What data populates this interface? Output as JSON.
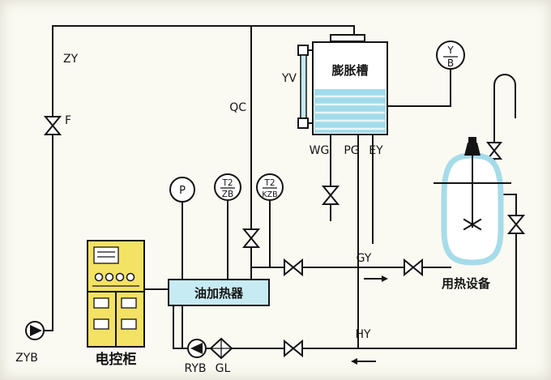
{
  "diagram": {
    "labels": {
      "zy": "ZY",
      "f": "F",
      "zyb": "ZYB",
      "cabinet": "电控柜",
      "heater": "油加热器",
      "qc": "QC",
      "yv": "YV",
      "tank": "膨胀槽",
      "wg": "WG",
      "pg": "PG",
      "ey": "EY",
      "gy": "GY",
      "hy": "HY",
      "equipment": "用热设备",
      "ryb": "RYB",
      "gl": "GL"
    },
    "gauges": {
      "p": "P",
      "t2zb_top": "T2",
      "t2zb_bottom": "ZB",
      "t2kzb_top": "T2",
      "t2kzb_bottom": "KZB",
      "yb_top": "Y",
      "yb_bottom": "B"
    },
    "colors": {
      "pipe": "#141414",
      "heater_fill": "#c6ebf2",
      "tank_liquid": "#a2dcea",
      "cabinet_fill": "#f3e263",
      "vessel_jacket": "#a6dce9",
      "background": "#fbfaf2"
    }
  }
}
